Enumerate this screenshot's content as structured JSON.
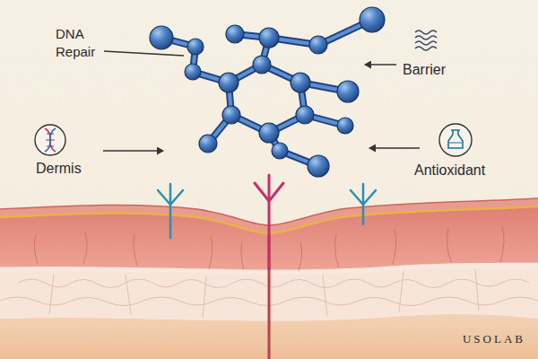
{
  "diagram": {
    "labels": [
      "DNA Repair",
      "Barrier",
      "Dermis",
      "Antioxidant",
      "USOLAB"
    ]
  }
}
